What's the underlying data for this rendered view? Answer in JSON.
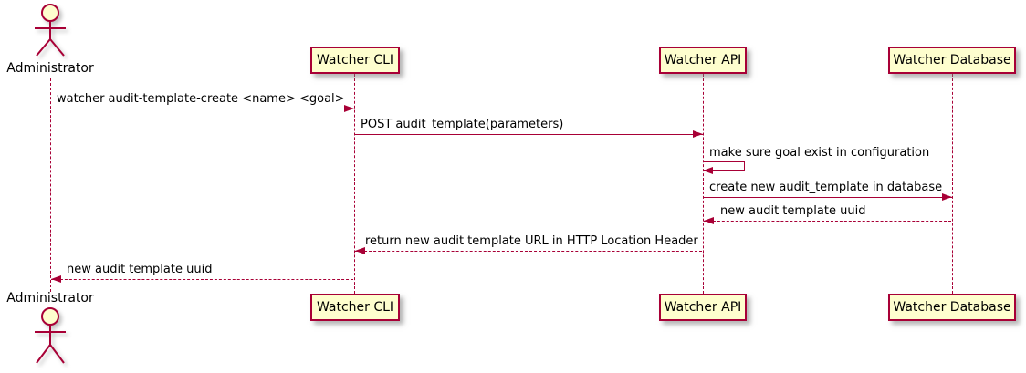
{
  "diagram": {
    "type": "sequence",
    "actor": {
      "label": "Administrator"
    },
    "participants": [
      {
        "id": "watcher-cli",
        "label": "Watcher CLI"
      },
      {
        "id": "watcher-api",
        "label": "Watcher API"
      },
      {
        "id": "watcher-database",
        "label": "Watcher Database"
      }
    ],
    "messages": [
      {
        "from": "Administrator",
        "to": "Watcher CLI",
        "style": "solid",
        "label": "watcher audit-template-create <name> <goal>"
      },
      {
        "from": "Watcher CLI",
        "to": "Watcher API",
        "style": "solid",
        "label": "POST audit_template(parameters)"
      },
      {
        "from": "Watcher API",
        "to": "Watcher API",
        "style": "self",
        "label": "make sure goal exist in configuration"
      },
      {
        "from": "Watcher API",
        "to": "Watcher Database",
        "style": "solid",
        "label": "create new audit_template in database"
      },
      {
        "from": "Watcher Database",
        "to": "Watcher API",
        "style": "dashed",
        "label": "new audit template uuid"
      },
      {
        "from": "Watcher API",
        "to": "Watcher CLI",
        "style": "dashed",
        "label": "return new audit template URL in HTTP Location Header"
      },
      {
        "from": "Watcher CLI",
        "to": "Administrator",
        "style": "dashed",
        "label": "new audit template uuid"
      }
    ],
    "colors": {
      "line": "#A80036",
      "participant_fill": "#FEFECE",
      "text": "#000000",
      "background": "#FFFFFF"
    }
  }
}
